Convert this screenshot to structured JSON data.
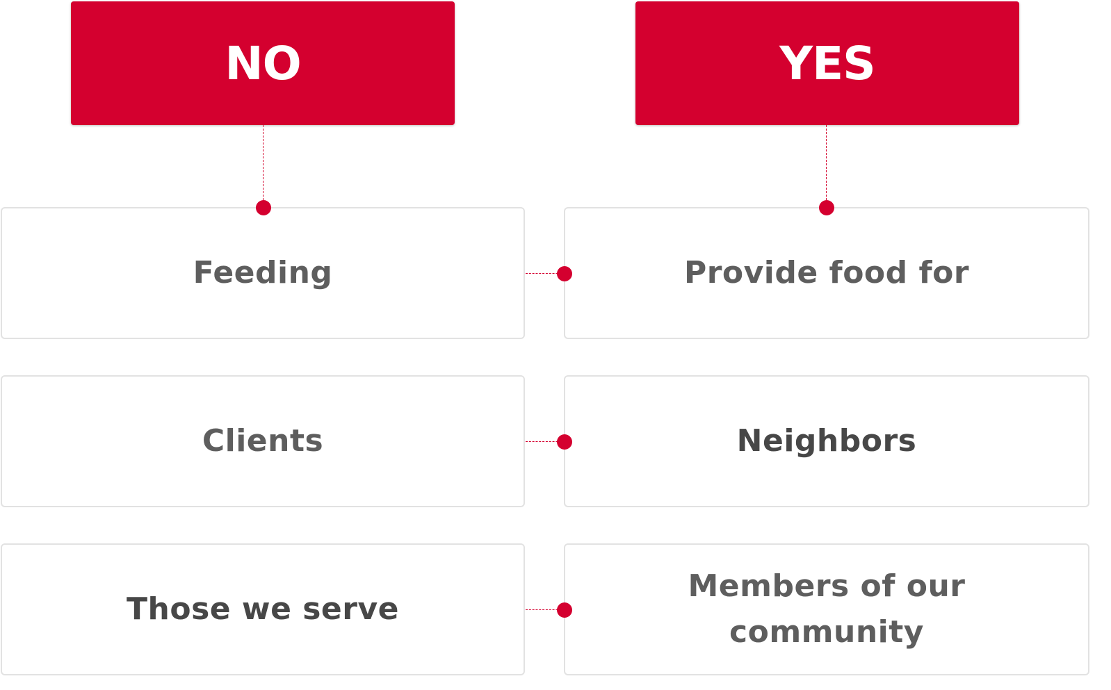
{
  "headers": {
    "no": "NO",
    "yes": "YES"
  },
  "rows": [
    {
      "no": "Feeding",
      "yes": "Provide food for"
    },
    {
      "no": "Clients",
      "yes": "Neighbors"
    },
    {
      "no": "Those we serve",
      "yes": "Members of our community"
    }
  ],
  "colors": {
    "accent": "#d4002f",
    "text": "#5e5e5e",
    "text_dark": "#474747",
    "card_border": "#e2e2e2"
  }
}
